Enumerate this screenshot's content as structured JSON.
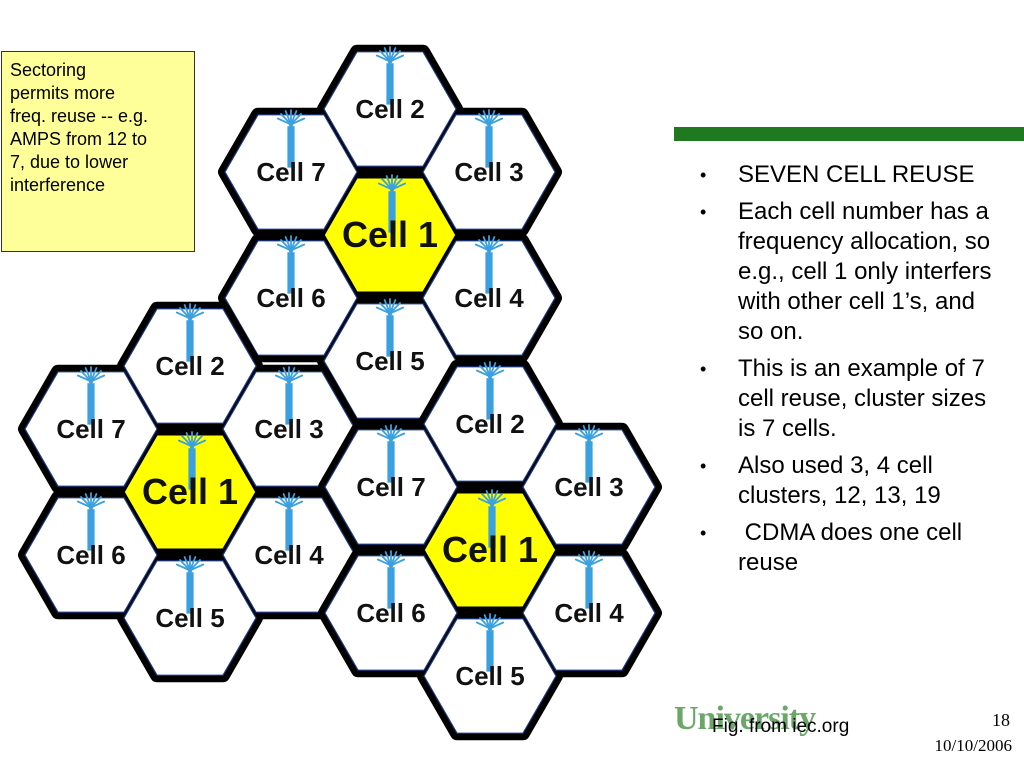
{
  "note": {
    "lines": [
      "Sectoring",
      "permits more",
      "freq. reuse -- e.g.",
      "AMPS from 12 to",
      "7, due to lower",
      "interference"
    ]
  },
  "clusters": [
    {
      "cells": [
        {
          "label": "Cell 1",
          "role": "center"
        },
        {
          "label": "Cell 2",
          "role": "top"
        },
        {
          "label": "Cell 3",
          "role": "upper-right"
        },
        {
          "label": "Cell 4",
          "role": "lower-right"
        },
        {
          "label": "Cell 5",
          "role": "bottom"
        },
        {
          "label": "Cell 6",
          "role": "lower-left"
        },
        {
          "label": "Cell 7",
          "role": "upper-left"
        }
      ]
    },
    {
      "cells": [
        {
          "label": "Cell 1",
          "role": "center"
        },
        {
          "label": "Cell 2",
          "role": "top"
        },
        {
          "label": "Cell 3",
          "role": "upper-right"
        },
        {
          "label": "Cell 4",
          "role": "lower-right"
        },
        {
          "label": "Cell 5",
          "role": "bottom"
        },
        {
          "label": "Cell 6",
          "role": "lower-left"
        },
        {
          "label": "Cell 7",
          "role": "upper-left"
        }
      ]
    },
    {
      "cells": [
        {
          "label": "Cell 1",
          "role": "center"
        },
        {
          "label": "Cell 2",
          "role": "top"
        },
        {
          "label": "Cell 3",
          "role": "upper-right"
        },
        {
          "label": "Cell 4",
          "role": "lower-right"
        },
        {
          "label": "Cell 5",
          "role": "bottom"
        },
        {
          "label": "Cell 6",
          "role": "lower-left"
        },
        {
          "label": "Cell 7",
          "role": "upper-left"
        }
      ]
    }
  ],
  "colors": {
    "center_fill": "#ffff00",
    "outer_fill": "#ffffff",
    "antenna": "#3aa0e0",
    "outline": "#000000",
    "note_bg": "#ffff99",
    "rule": "#1f7a1f"
  },
  "icons": {
    "tower": "antenna-tower-icon",
    "bullet": "•"
  },
  "bullets": [
    "SEVEN CELL REUSE",
    "Each cell number has a  frequency allocation, so e.g., cell 1 only interfers with other cell 1’s, and so on.",
    "This is an example of 7 cell reuse, cluster sizes is 7 cells.",
    "Also used 3, 4 cell clusters,  12, 13, 19",
    " CDMA does one cell reuse"
  ],
  "footer": {
    "logo_text": "University",
    "credit": "Fig. from iec.org",
    "slide_number": "18",
    "date": "10/10/2006"
  }
}
